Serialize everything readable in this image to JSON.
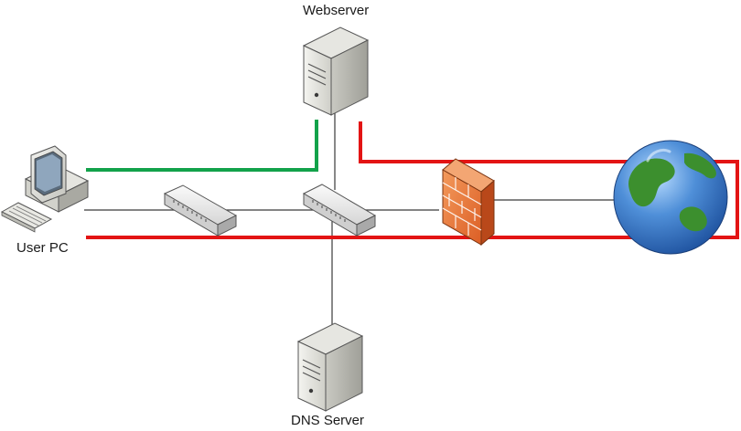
{
  "labels": {
    "webserver": "Webserver",
    "user_pc": "User PC",
    "dns_server": "DNS Server"
  },
  "colors": {
    "green_path": "#12a24a",
    "red_path": "#e31414",
    "wire": "#3a3a3a",
    "firewall": "#e8733a"
  },
  "icons": [
    "server-icon",
    "computer-icon",
    "switch-icon",
    "firewall-icon",
    "globe-icon"
  ]
}
